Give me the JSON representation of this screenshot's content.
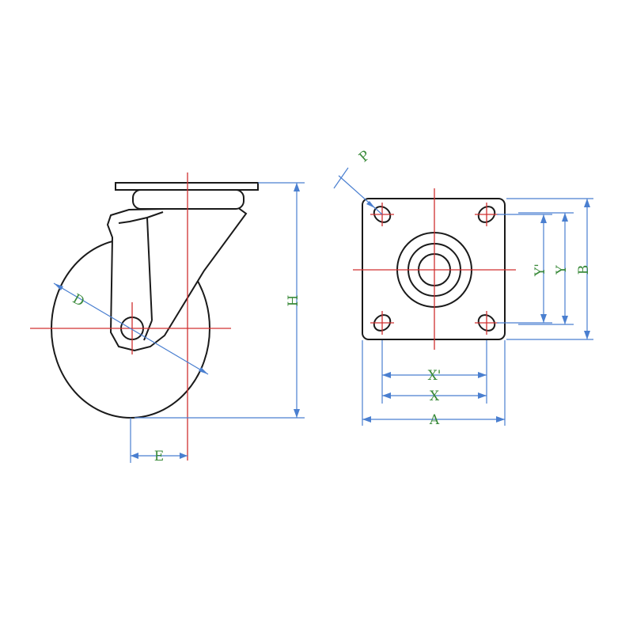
{
  "colors": {
    "outline": "#1a1a1a",
    "center_line": "#d03030",
    "dimension_line": "#4a7fd0",
    "label": "#3a8a3a"
  },
  "labels": {
    "D": "D",
    "E": "E",
    "H": "H",
    "P": "P",
    "X_prime": "X'",
    "X": "X",
    "A": "A",
    "Y_prime": "Y'",
    "Y": "Y",
    "B": "B"
  }
}
